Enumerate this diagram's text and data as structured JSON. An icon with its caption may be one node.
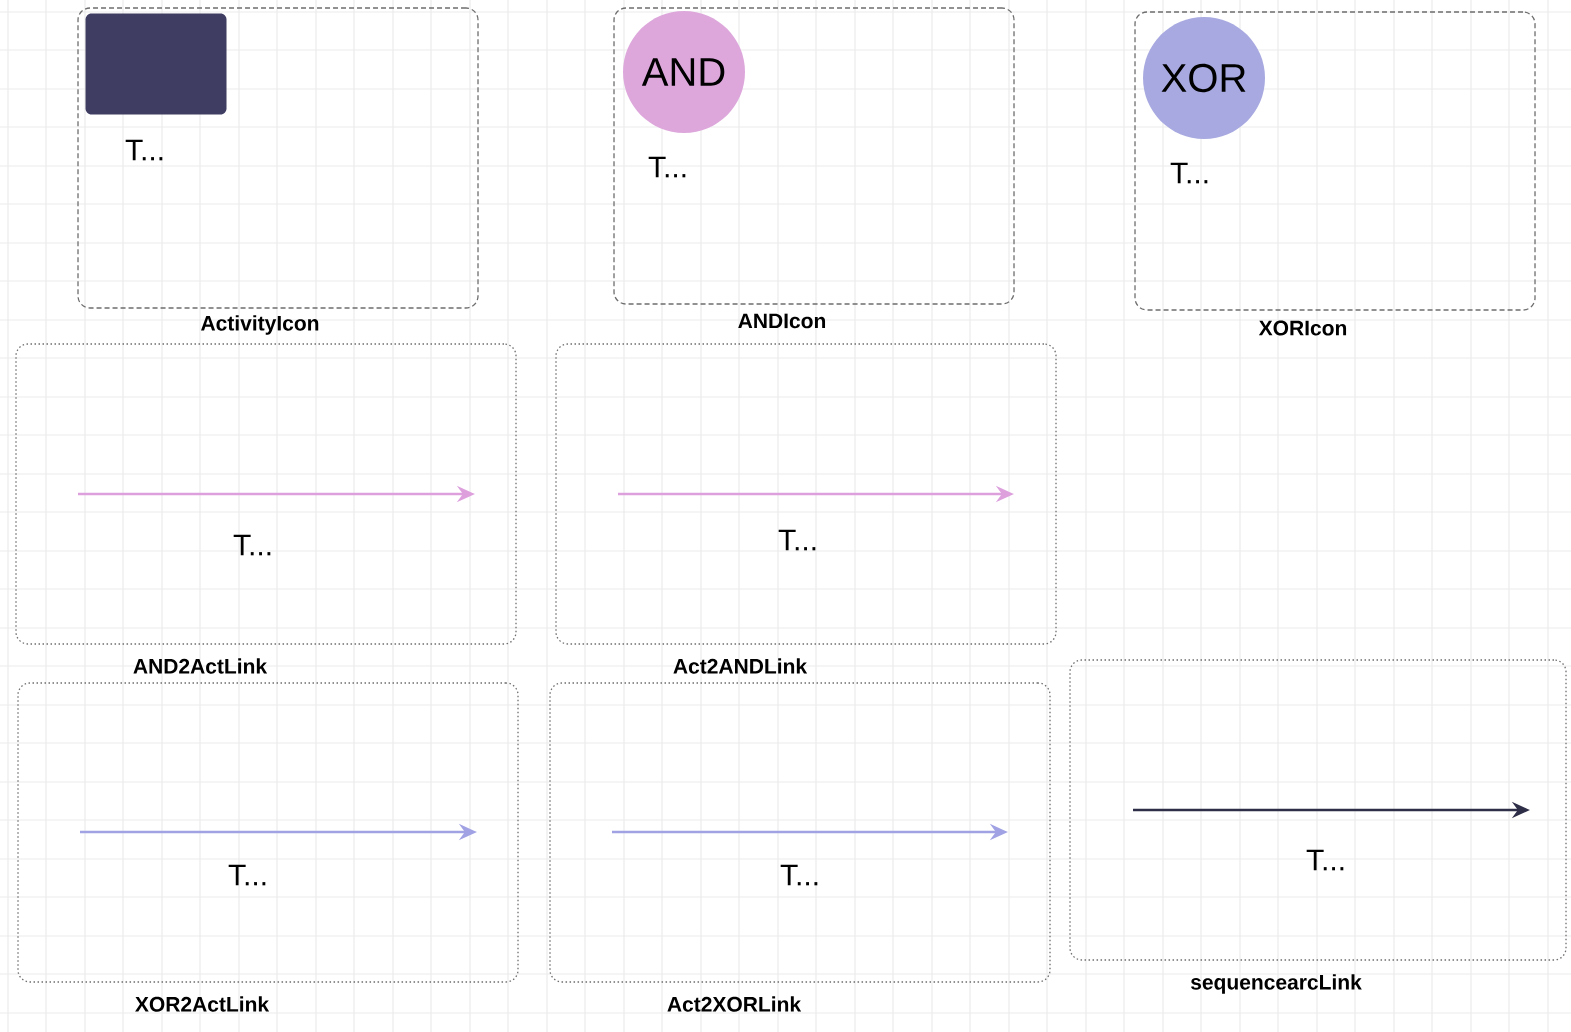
{
  "diagram": {
    "nodes": [
      {
        "text": [
          "T...",
          "ActivityIcon"
        ]
      },
      {
        "text": [],
        "shape": "box",
        "in": 0
      },
      {
        "text": [
          "T...",
          "ANDIcon"
        ]
      },
      {
        "text": [
          "AND"
        ],
        "in": 2
      },
      {
        "text": [
          "T...",
          "XORIcon"
        ]
      },
      {
        "text": [
          "XOR"
        ],
        "in": 4
      },
      {
        "text": [
          "T...",
          "AND2ActLink"
        ]
      },
      {
        "text": [
          "T...",
          "Act2ANDLink"
        ]
      },
      {
        "text": [
          "T...",
          "XOR2ActLink"
        ]
      },
      {
        "text": [
          "T...",
          "Act2XORLink"
        ]
      },
      {
        "text": [
          "T...",
          "sequencearcLink"
        ]
      }
    ]
  }
}
